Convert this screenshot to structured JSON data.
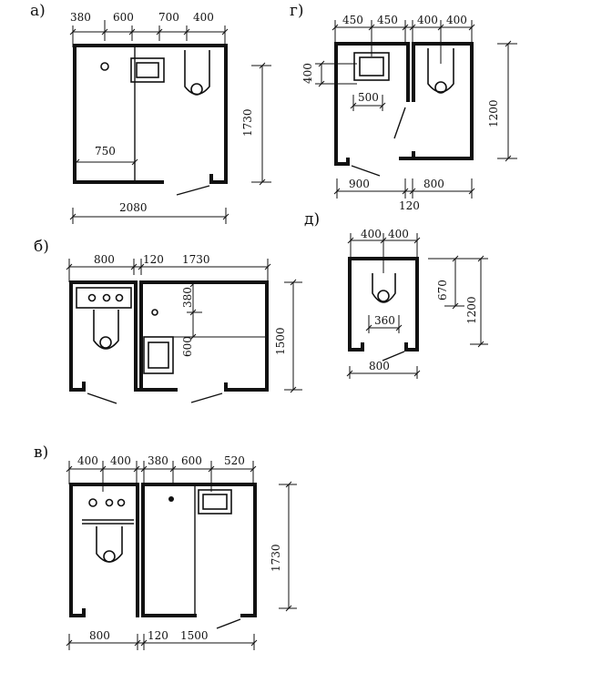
{
  "panels": {
    "a": {
      "label": "а)",
      "dims": {
        "top_380": "380",
        "top_600": "600",
        "top_700": "700",
        "top_400": "400",
        "right_1730": "1730",
        "inner_750": "750",
        "bottom_2080": "2080"
      }
    },
    "b": {
      "label": "б)",
      "dims": {
        "top_800": "800",
        "top_120": "120",
        "top_1730": "1730",
        "inner_380": "380",
        "inner_600": "600",
        "right_1500": "1500"
      }
    },
    "v": {
      "label": "в)",
      "dims": {
        "top_400a": "400",
        "top_400b": "400",
        "top_380": "380",
        "top_600": "600",
        "top_520": "520",
        "right_1730": "1730",
        "bottom_800": "800",
        "bottom_120": "120",
        "bottom_1500": "1500"
      }
    },
    "g": {
      "label": "г)",
      "dims": {
        "top_450a": "450",
        "top_450b": "450",
        "top_400a": "400",
        "top_400b": "400",
        "left_400": "400",
        "inner_500": "500",
        "right_1200": "1200",
        "bottom_900": "900",
        "bottom_800": "800",
        "bottom_120": "120"
      }
    },
    "d": {
      "label": "д)",
      "dims": {
        "top_400a": "400",
        "top_400b": "400",
        "inner_360": "360",
        "right_670": "670",
        "right_1200": "1200",
        "bottom_800": "800"
      }
    }
  }
}
